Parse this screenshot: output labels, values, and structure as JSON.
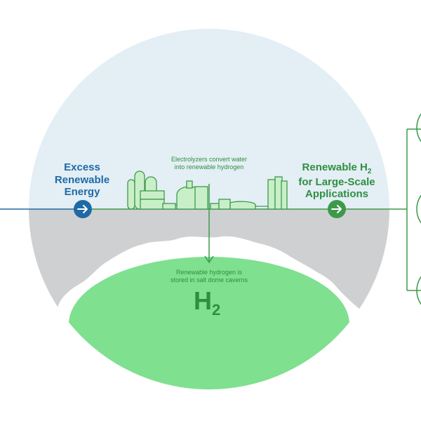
{
  "labels": {
    "excess_renewable_energy": [
      "Excess",
      "Renewable",
      "Energy"
    ],
    "renewable_h2_title": "Renewable H",
    "renewable_h2_sub": "2",
    "renewable_h2_rest": [
      "for Large-Scale",
      "Applications"
    ],
    "electrolyzers_text": [
      "Electrolyzers convert water",
      "into renewable hydrogen"
    ],
    "storage_text": [
      "Renewable hydrogen is",
      "stored in salt dome caverns"
    ],
    "h2_symbol": "H",
    "h2_sub": "2"
  },
  "colors": {
    "sky": "#e3eef5",
    "ground": "#cfd0d2",
    "cavern": "#7fe08f",
    "cavern_rim": "#ffffff",
    "blue_accent": "#1f6aa5",
    "green_accent": "#3e9a4a",
    "facility_fill": "#c9efc9",
    "facility_stroke": "#3e9a4a"
  },
  "icons": {
    "input_arrow": "arrow-right-icon",
    "output_arrow": "arrow-right-icon"
  }
}
